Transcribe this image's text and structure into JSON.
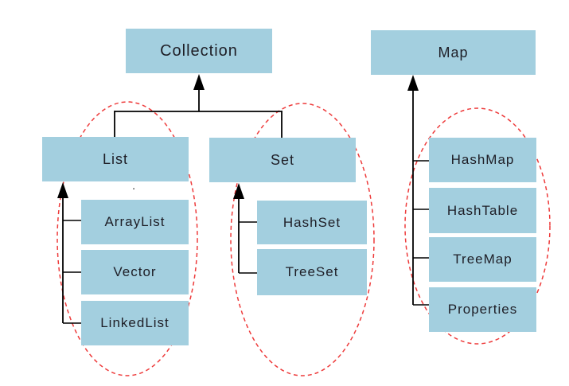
{
  "diagram": {
    "colors": {
      "box_fill": "#a3cfdf",
      "line": "#000000",
      "group_outline": "#ee3b3b",
      "text": "#1e1e26",
      "background": "#ffffff"
    },
    "nodes": {
      "collection": {
        "label": "Collection"
      },
      "map": {
        "label": "Map"
      },
      "list": {
        "label": "List"
      },
      "set": {
        "label": "Set"
      },
      "arraylist": {
        "label": "ArrayList"
      },
      "vector": {
        "label": "Vector"
      },
      "linkedlist": {
        "label": "LinkedList"
      },
      "hashset": {
        "label": "HashSet"
      },
      "treeset": {
        "label": "TreeSet"
      },
      "hashmap": {
        "label": "HashMap"
      },
      "hashtable": {
        "label": "HashTable"
      },
      "treemap": {
        "label": "TreeMap"
      },
      "properties": {
        "label": "Properties"
      }
    },
    "relations": [
      {
        "from": "List",
        "to": "Collection",
        "style": "up-arrow"
      },
      {
        "from": "Set",
        "to": "Collection",
        "style": "up-arrow"
      },
      {
        "from": "ArrayList",
        "to": "List",
        "style": "bracket-up-arrow"
      },
      {
        "from": "Vector",
        "to": "List",
        "style": "bracket-up-arrow"
      },
      {
        "from": "LinkedList",
        "to": "List",
        "style": "bracket-up-arrow"
      },
      {
        "from": "HashSet",
        "to": "Set",
        "style": "bracket-up-arrow"
      },
      {
        "from": "TreeSet",
        "to": "Set",
        "style": "bracket-up-arrow"
      },
      {
        "from": "HashMap",
        "to": "Map",
        "style": "bracket-up-arrow"
      },
      {
        "from": "HashTable",
        "to": "Map",
        "style": "bracket-up-arrow"
      },
      {
        "from": "TreeMap",
        "to": "Map",
        "style": "bracket-up-arrow"
      },
      {
        "from": "Properties",
        "to": "Map",
        "style": "bracket-up-arrow"
      }
    ],
    "groups": [
      {
        "name": "list-group",
        "members": [
          "List",
          "ArrayList",
          "Vector",
          "LinkedList"
        ],
        "outline": "red-dashed-ellipse"
      },
      {
        "name": "set-group",
        "members": [
          "Set",
          "HashSet",
          "TreeSet"
        ],
        "outline": "red-dashed-ellipse"
      },
      {
        "name": "map-group",
        "members": [
          "HashMap",
          "HashTable",
          "TreeMap",
          "Properties"
        ],
        "outline": "red-dashed-ellipse"
      }
    ],
    "stray_mark": "."
  }
}
